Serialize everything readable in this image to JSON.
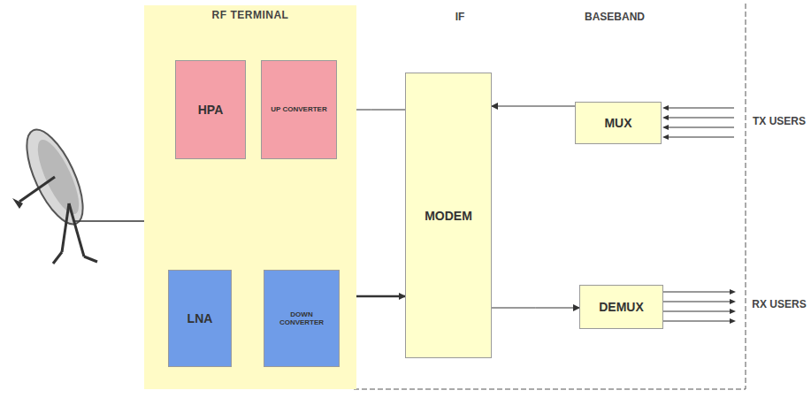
{
  "diagram": {
    "nodes": [
      {
        "text": [
          "RF TERMINAL"
        ]
      },
      {
        "text": [
          "HPA"
        ],
        "in": 0
      },
      {
        "text": [
          "UP CONVERTER"
        ],
        "in": 0
      },
      {
        "text": [
          "LNA"
        ],
        "in": 0
      },
      {
        "text": [
          "DOWN CONVERTER"
        ],
        "in": 0
      },
      {
        "text": [
          "MODEM"
        ]
      },
      {
        "text": [
          "MUX"
        ]
      },
      {
        "text": [
          "DEMUX"
        ]
      }
    ],
    "edges": [
      {
        "from": 6,
        "to": 5,
        "arrow": "to"
      },
      {
        "from": 5,
        "to": 2,
        "arrow": "to"
      },
      {
        "from": 3,
        "to": 4,
        "arrow": "to"
      },
      {
        "from": 4,
        "to": 5,
        "arrow": "to"
      },
      {
        "from": 5,
        "to": 7,
        "arrow": "to"
      }
    ],
    "labels": [
      "IF",
      "BASEBAND",
      "TX USERS",
      "RX USERS"
    ]
  }
}
